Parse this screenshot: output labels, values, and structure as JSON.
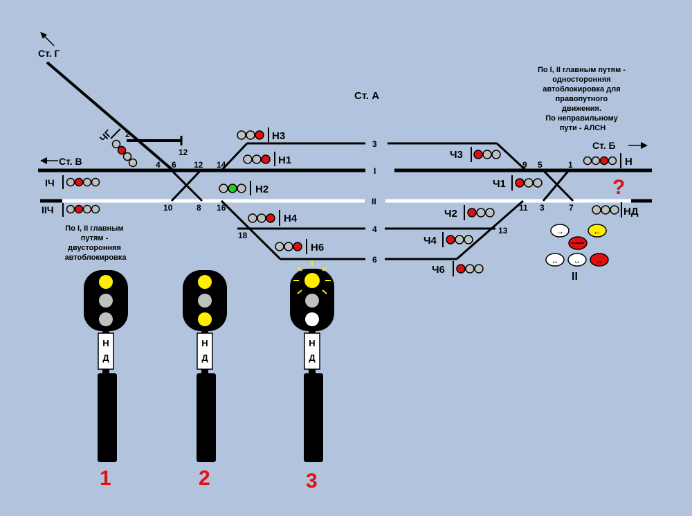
{
  "stations": {
    "main": "Ст. А",
    "g": "Ст. Г",
    "v": "Ст. В",
    "b": "Ст. Б"
  },
  "tracks": {
    "t3": "3",
    "t1": "I",
    "t2": "II",
    "t4": "4",
    "t6": "6"
  },
  "switches": {
    "s2": "2",
    "s4": "4",
    "s6": "6",
    "s12": "12",
    "s14": "14",
    "s10": "10",
    "s8": "8",
    "s16": "16",
    "s18": "18",
    "s12b": "12",
    "s9": "9",
    "s5": "5",
    "s1": "1",
    "s3": "3",
    "s7": "7",
    "s11": "11",
    "s13": "13"
  },
  "signals": {
    "n3": "Н3",
    "n1": "Н1",
    "n2": "Н2",
    "n4": "Н4",
    "n6": "Н6",
    "ch3": "Ч3",
    "ch1": "Ч1",
    "ch2": "Ч2",
    "ch4": "Ч4",
    "ch6": "Ч6",
    "ich": "IЧ",
    "iich": "IIЧ",
    "chg": "ЧГ",
    "n": "Н",
    "nd": "НД"
  },
  "notes": {
    "left": [
      "По I,  II главным",
      "путям -",
      "двусторонняя",
      "автоблокировка"
    ],
    "right": [
      "По I, II главным путям -",
      "односторонняя",
      "автоблокировка для",
      "правопутного",
      "движения.",
      "По неправильному",
      "пути - АЛСН"
    ]
  },
  "question_mark": "?",
  "indicator_label": "II",
  "masts": [
    {
      "number": "1",
      "plate": [
        "Н",
        "Д"
      ]
    },
    {
      "number": "2",
      "plate": [
        "Н",
        "Д"
      ]
    },
    {
      "number": "3",
      "plate": [
        "Н",
        "Д"
      ]
    }
  ],
  "colors": {
    "background": "#b1c3dd",
    "red": "#e01010",
    "green": "#22cc22",
    "yellow": "#ffee00",
    "off": "#c0c0c0",
    "white": "#ffffff"
  }
}
